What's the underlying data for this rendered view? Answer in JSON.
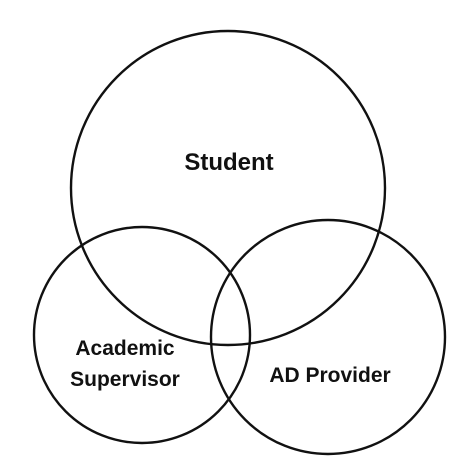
{
  "diagram": {
    "sets": [
      {
        "id": "student",
        "label": "Student"
      },
      {
        "id": "academic-supervisor",
        "label_lines": [
          "Academic",
          "Supervisor"
        ]
      },
      {
        "id": "ad-provider",
        "label": "AD Provider"
      }
    ]
  }
}
